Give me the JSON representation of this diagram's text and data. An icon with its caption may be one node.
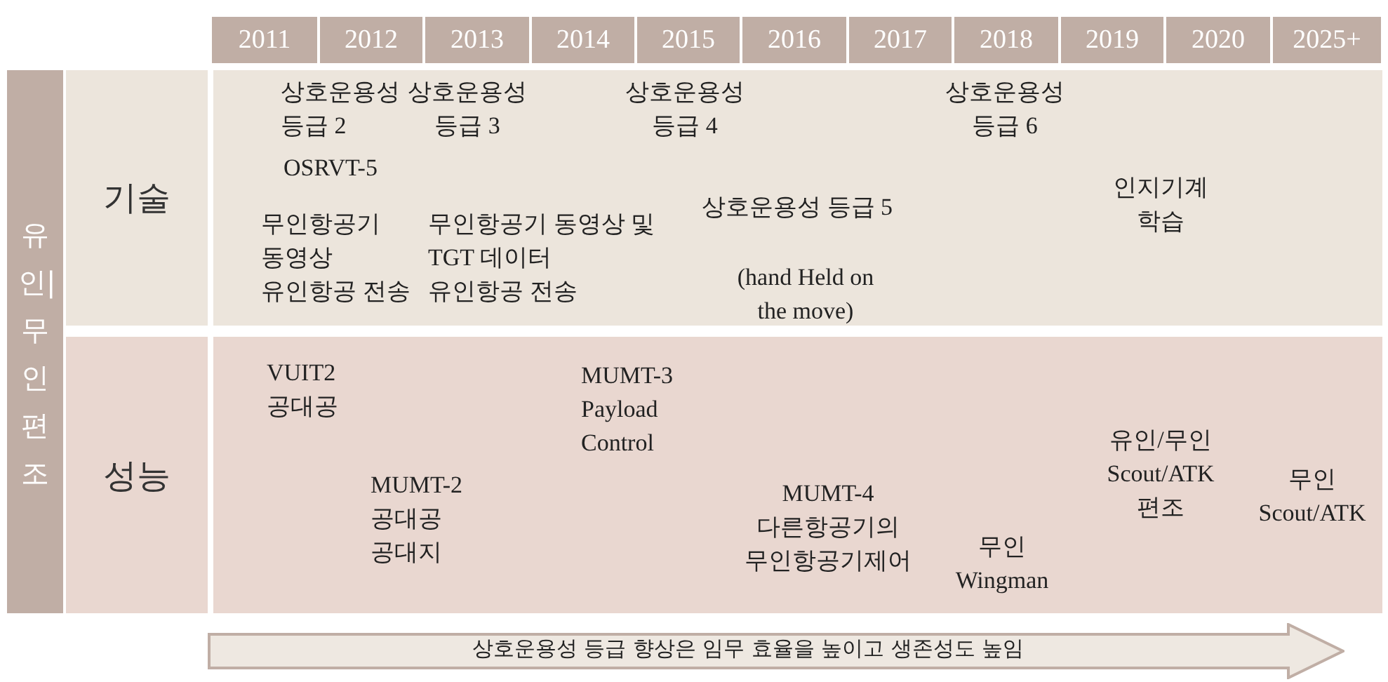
{
  "diagram": {
    "nodes": [
      {
        "text": [
          "유인|무인 편조"
        ]
      },
      {
        "text": [
          "기술"
        ]
      },
      {
        "text": [
          "성능"
        ]
      },
      {
        "text": [
          "상호운용성 등급 향상은 임무 효율을 높이고 생존성도 높임"
        ]
      }
    ],
    "labels": [
      "2011",
      "2012",
      "2013",
      "2014",
      "2015",
      "2016",
      "2017",
      "2018",
      "2019",
      "2020",
      "2025+",
      "상호운용성 등급 2",
      "상호운용성 등급 3",
      "상호운용성 등급 4",
      "상호운용성 등급 6",
      "OSRVT-5",
      "무인항공기 동영상 유인항공 전송",
      "무인항공기 동영상 및 TGT 데이터 유인항공 전송",
      "상호운용성 등급 5",
      "인지기계 학습",
      "(hand Held on the move)",
      "VUIT2 공대공",
      "MUMT-3 Payload Control",
      "유인/무인 Scout/ATK 편조",
      "MUMT-2 공대공 공대지",
      "무인 Scout/ATK",
      "MUMT-4 다른항공기의 무인항공기제어",
      "무인 Wingman"
    ]
  }
}
